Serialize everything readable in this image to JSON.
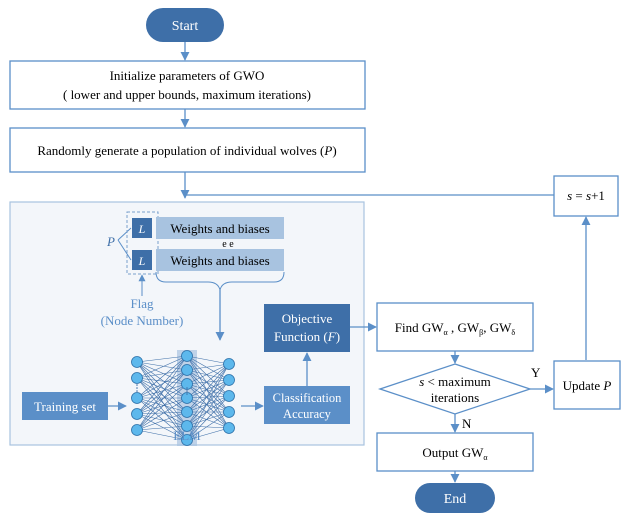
{
  "start": "Start",
  "end": "End",
  "init": {
    "line1": "Initialize parameters of GWO",
    "line2": "( lower and upper bounds, maximum iterations)"
  },
  "generate": {
    "text": "Randomly generate a population of individual wolves (",
    "var": "P",
    "close": ")"
  },
  "update_s": {
    "lhs": "s",
    "eq": " = ",
    "rhs": "s",
    "plus": "+1"
  },
  "particle": {
    "p_label": "P",
    "l_label": "L",
    "row1": "Weights and biases",
    "row2": "Weights and biases",
    "dots": "e e"
  },
  "flag": {
    "line1": "Flag",
    "line2": "(Node Number)"
  },
  "objective": {
    "line1": "Objective",
    "line2_pre": "Function (",
    "var": "F",
    "line2_post": ")"
  },
  "classification": {
    "line1": "Classification",
    "line2": "Accuracy"
  },
  "training": "Training set",
  "elm": "ELM",
  "find": {
    "prefix": "Find GW",
    "a": "α",
    "sep1": " , GW",
    "b": "β",
    "sep2": ", GW",
    "d": "δ"
  },
  "decision": {
    "var": "s",
    "line1_rest": " < maximum",
    "line2": "iterations"
  },
  "update_p": {
    "text": "Update ",
    "var": "P"
  },
  "yes": "Y",
  "no": "N",
  "output": {
    "prefix": "Output GW",
    "sub": "α"
  },
  "colors": {
    "dark_blue": "#3e6fa8",
    "mid_blue": "#5b8fc8",
    "light_blue": "#a8c3e0",
    "panel_bg": "#f3f6fa",
    "line": "#5b8fc8",
    "node_fill": "#5db8ec"
  }
}
